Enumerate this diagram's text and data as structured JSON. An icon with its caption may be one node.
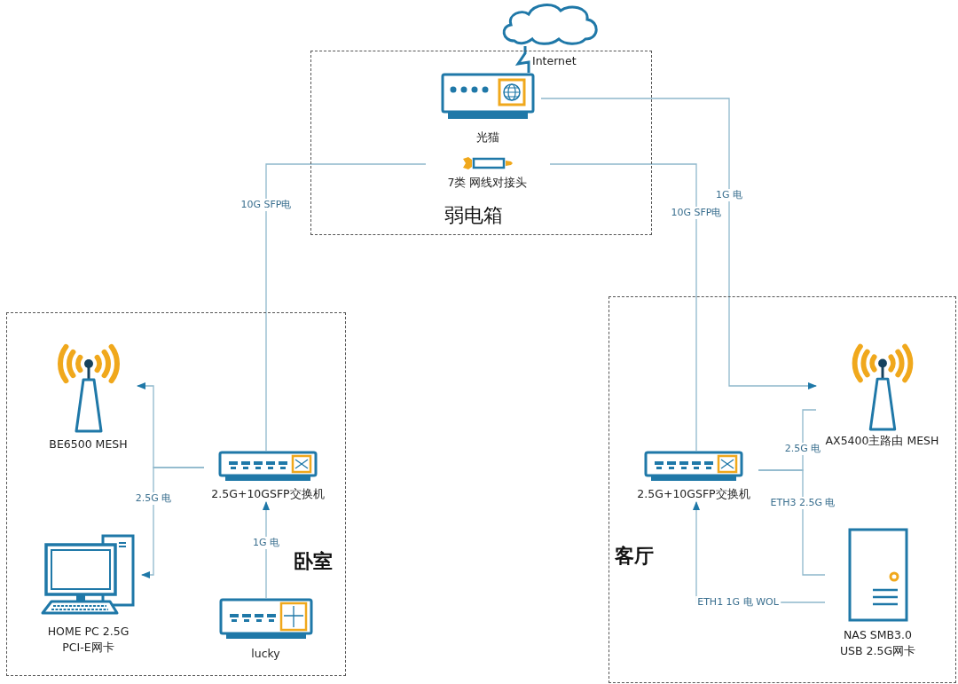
{
  "diagram": {
    "nodes": [
      {
        "text": [
          "弱电箱"
        ]
      },
      {
        "text": [],
        "shape": "cloud",
        "beside": [
          "Internet"
        ]
      },
      {
        "text": [
          "光猫"
        ],
        "in": 0
      },
      {
        "text": [
          "7类 网线对接头"
        ],
        "in": 0
      },
      {
        "text": [
          "卧室"
        ]
      },
      {
        "text": [
          "BE6500 MESH"
        ],
        "in": 4
      },
      {
        "text": [
          "2.5G+10GSFP交换机"
        ],
        "in": 4
      },
      {
        "text": [
          "HOME PC 2.5G PCI-E网卡"
        ],
        "in": 4
      },
      {
        "text": [
          "lucky"
        ],
        "in": 4
      },
      {
        "text": [
          "客厅"
        ]
      },
      {
        "text": [
          "AX5400主路由 MESH"
        ],
        "in": 9
      },
      {
        "text": [
          "2.5G+10GSFP交换机"
        ],
        "in": 9
      },
      {
        "text": [
          "NAS SMB3.0 USB 2.5G网卡"
        ],
        "in": 9
      }
    ],
    "edges": [
      {
        "from": 1,
        "to": 2,
        "arrow": "none",
        "style": "thick",
        "color": "#1f78a8"
      },
      {
        "from": 2,
        "to": 10,
        "arrow": "to",
        "label": "1G 电"
      },
      {
        "from": 3,
        "to": 6,
        "arrow": "none",
        "label": "10G SFP电"
      },
      {
        "from": 3,
        "to": 11,
        "arrow": "none",
        "label": "10G SFP电"
      },
      {
        "from": 6,
        "to": 5,
        "arrow": "to"
      },
      {
        "from": 6,
        "to": 7,
        "arrow": "to",
        "label": "2.5G 电"
      },
      {
        "from": 8,
        "to": 6,
        "arrow": "to",
        "label": "1G 电"
      },
      {
        "from": 11,
        "to": 10,
        "arrow": "none",
        "label": "2.5G 电"
      },
      {
        "from": 11,
        "to": 12,
        "arrow": "none",
        "label": "ETH3 2.5G 电"
      },
      {
        "from": 12,
        "to": 11,
        "arrow": "to",
        "label": "ETH1 1G 电 WOL"
      }
    ]
  }
}
